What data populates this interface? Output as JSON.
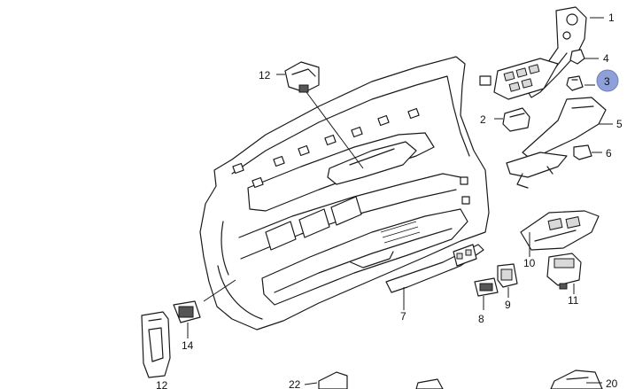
{
  "diagram": {
    "callouts": [
      {
        "id": "c1",
        "label": "1"
      },
      {
        "id": "c2",
        "label": "2"
      },
      {
        "id": "c3",
        "label": "3",
        "highlighted": true
      },
      {
        "id": "c4",
        "label": "4"
      },
      {
        "id": "c5",
        "label": "5"
      },
      {
        "id": "c6",
        "label": "6"
      },
      {
        "id": "c7",
        "label": "7"
      },
      {
        "id": "c8",
        "label": "8"
      },
      {
        "id": "c9",
        "label": "9"
      },
      {
        "id": "c10",
        "label": "10"
      },
      {
        "id": "c11",
        "label": "11"
      },
      {
        "id": "c12a",
        "label": "12"
      },
      {
        "id": "c12b",
        "label": "12"
      },
      {
        "id": "c14",
        "label": "14"
      },
      {
        "id": "c20",
        "label": "20"
      },
      {
        "id": "c22",
        "label": "22"
      }
    ],
    "colors": {
      "line": "#1a1a1a",
      "highlight": "#8fa0d8"
    }
  }
}
